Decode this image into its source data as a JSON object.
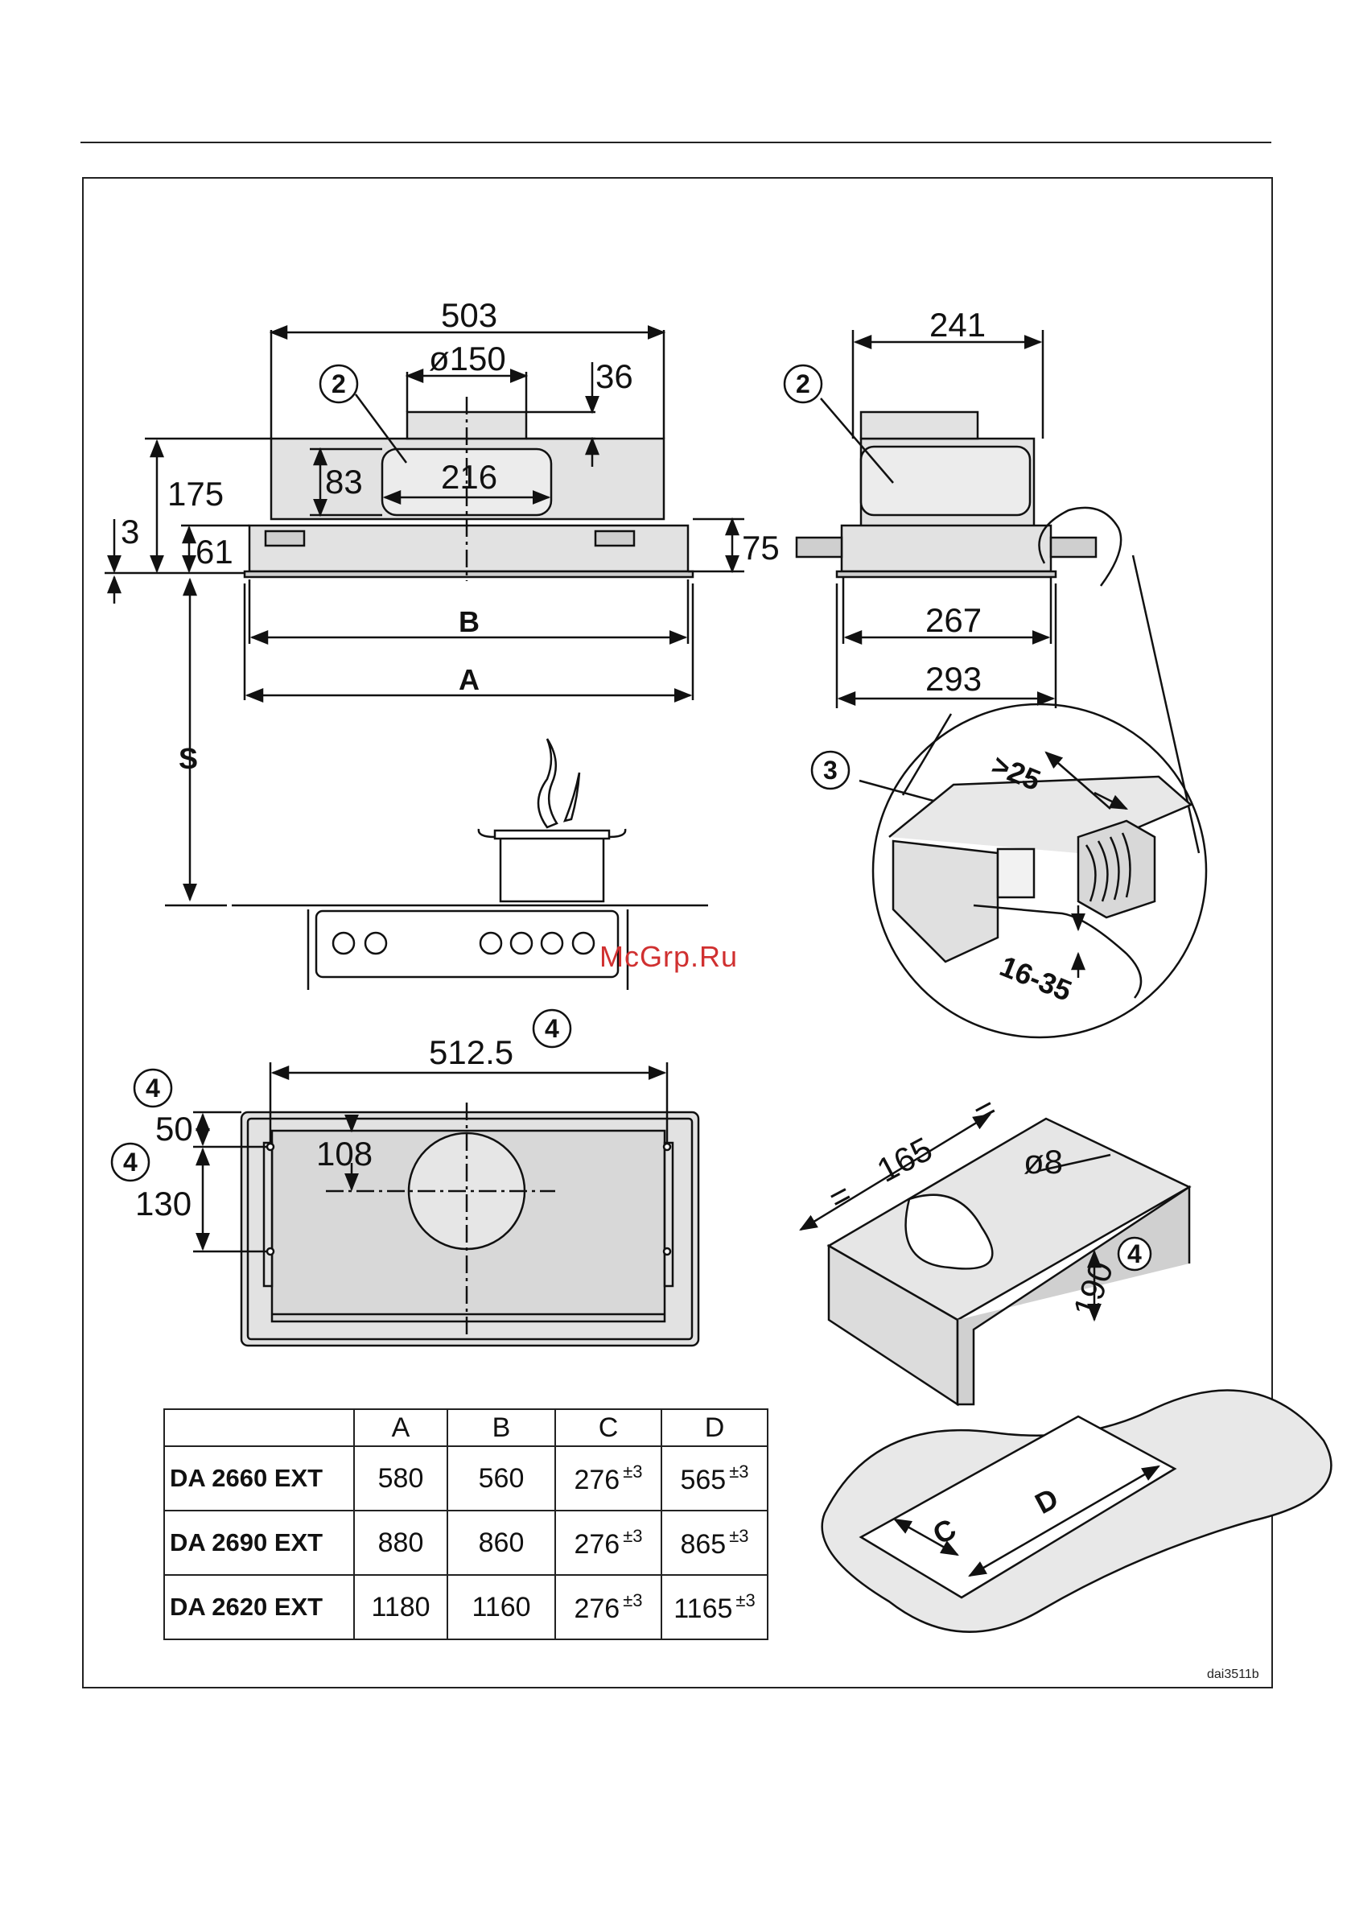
{
  "front_view": {
    "width_top": "503",
    "duct_diameter": "ø150",
    "duct_height": "36",
    "inner_width": "216",
    "inner_height": "83",
    "total_height": "175",
    "flange": "3",
    "lower_height": "61",
    "side_height": "75",
    "dim_b": "B",
    "dim_a": "A",
    "dim_s": "S",
    "callout": "2"
  },
  "side_view": {
    "top_width": "241",
    "mid_width": "267",
    "bottom_width": "293",
    "callout": "2"
  },
  "detail": {
    "callout": "3",
    "min_gap": ">25",
    "panel_range": "16-35"
  },
  "bottom_view": {
    "hole_spacing": "512.5",
    "edge_offset": "50",
    "center_offset": "108",
    "vertical_spacing": "130",
    "callout_top": "4",
    "callout_left_top": "4",
    "callout_left_mid": "4"
  },
  "cabinet_view": {
    "offset": "165",
    "hole_diameter": "ø8",
    "depth": "190",
    "equal_left": "=",
    "equal_right": "=",
    "callout": "4"
  },
  "cutout_view": {
    "label_c": "C",
    "label_d": "D"
  },
  "spec_table": {
    "headers": [
      "",
      "A",
      "B",
      "C",
      "D"
    ],
    "tolerance": "±3",
    "rows": [
      {
        "model": "DA 2660 EXT",
        "a": "580",
        "b": "560",
        "c": "276",
        "d": "565"
      },
      {
        "model": "DA 2690 EXT",
        "a": "880",
        "b": "860",
        "c": "276",
        "d": "865"
      },
      {
        "model": "DA 2620 EXT",
        "a": "1180",
        "b": "1160",
        "c": "276",
        "d": "1165"
      }
    ]
  },
  "watermark": "McGrp.Ru",
  "drawing_code": "dai3511b"
}
